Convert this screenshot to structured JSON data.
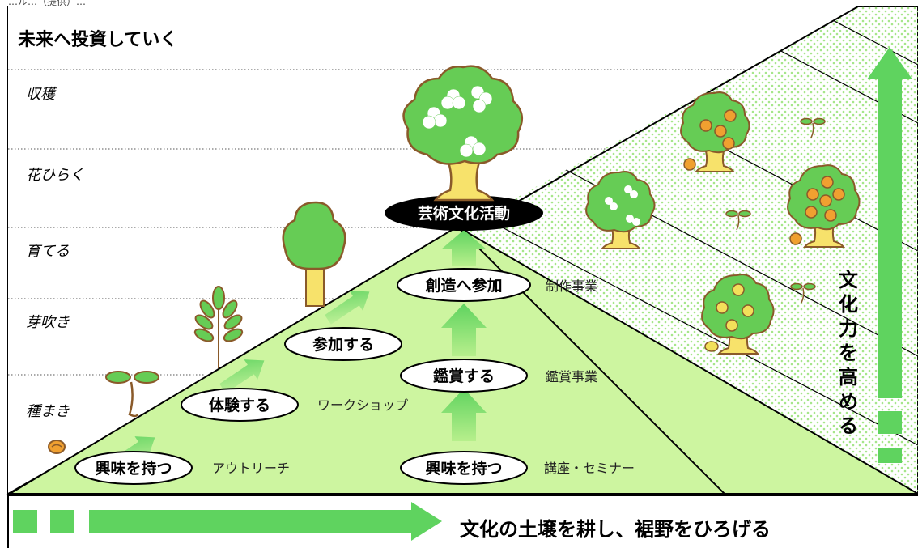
{
  "header_fragment": "…ル…（提供）…",
  "title": "未来へ投資していく",
  "stages": [
    "収穫",
    "花ひらく",
    "育てる",
    "芽吹き",
    "種まき"
  ],
  "top_node": "芸術文化活動",
  "left_path": [
    {
      "label": "興味を持つ",
      "side": "アウトリーチ"
    },
    {
      "label": "体験する",
      "side": "ワークショップ"
    },
    {
      "label": "参加する",
      "side": ""
    }
  ],
  "right_path": [
    {
      "label": "興味を持つ",
      "side": "講座・セミナー"
    },
    {
      "label": "鑑賞する",
      "side": "鑑賞事業"
    },
    {
      "label": "創造へ参加",
      "side": "制作事業"
    }
  ],
  "vertical_label": [
    "文",
    "化",
    "力",
    "を",
    "高",
    "め",
    "る"
  ],
  "bottom_label": "文化の土壌を耕し、裾野をひろげる",
  "colors": {
    "green": "#5fd35f",
    "tree_green": "#66cc55",
    "pyramid": "#cdf5a0",
    "dots": "#a6e68a",
    "trunk": "#f7e26b",
    "fruit": "#f0a030",
    "outline": "#8a5a2a"
  }
}
